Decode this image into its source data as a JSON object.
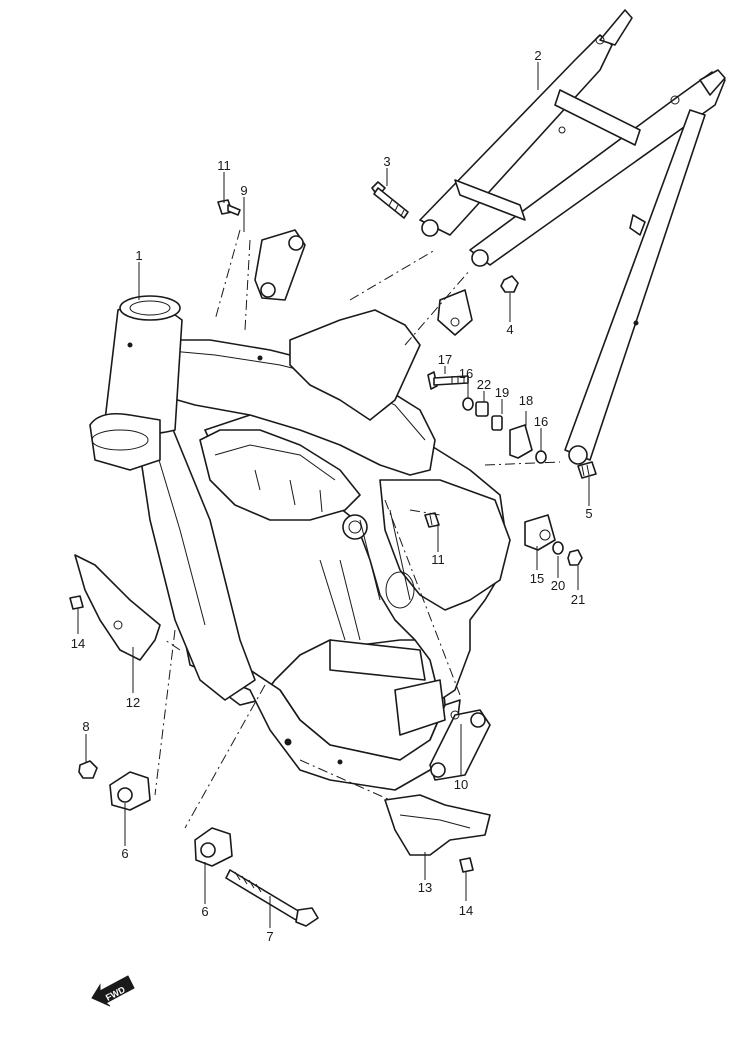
{
  "callouts": {
    "c1": "1",
    "c2": "2",
    "c3": "3",
    "c4": "4",
    "c5": "5",
    "c6a": "6",
    "c6b": "6",
    "c7": "7",
    "c8": "8",
    "c9": "9",
    "c10": "10",
    "c11a": "11",
    "c11b": "11",
    "c12": "12",
    "c13": "13",
    "c14a": "14",
    "c14b": "14",
    "c15": "15",
    "c16a": "16",
    "c16b": "16",
    "c17": "17",
    "c18": "18",
    "c19": "19",
    "c20": "20",
    "c21": "21",
    "c22": "22"
  },
  "fwd_label": "FWD"
}
